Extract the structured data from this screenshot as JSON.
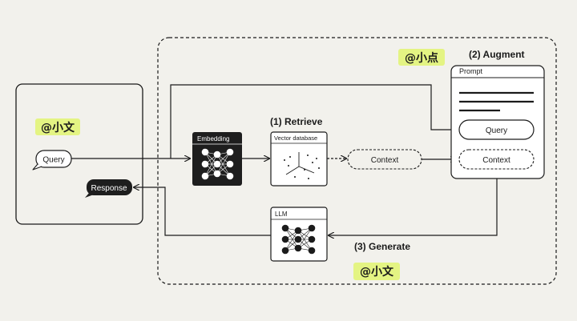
{
  "user": {
    "query_label": "Query",
    "response_label": "Response",
    "watermark": "@小文"
  },
  "embedding": {
    "label": "Embedding"
  },
  "retrieve": {
    "heading": "(1) Retrieve",
    "db_label": "Vector database",
    "context_label": "Context"
  },
  "augment": {
    "heading": "(2) Augment",
    "watermark": "@小点",
    "prompt_label": "Prompt",
    "query_label": "Query",
    "context_label": "Context"
  },
  "generate": {
    "heading": "(3) Generate",
    "llm_label": "LLM",
    "watermark": "@小文"
  },
  "colors": {
    "background": "#f2f1ec",
    "ink": "#1b1b1b",
    "highlight": "#e4f483",
    "dark_box": "#1e1e1e"
  }
}
